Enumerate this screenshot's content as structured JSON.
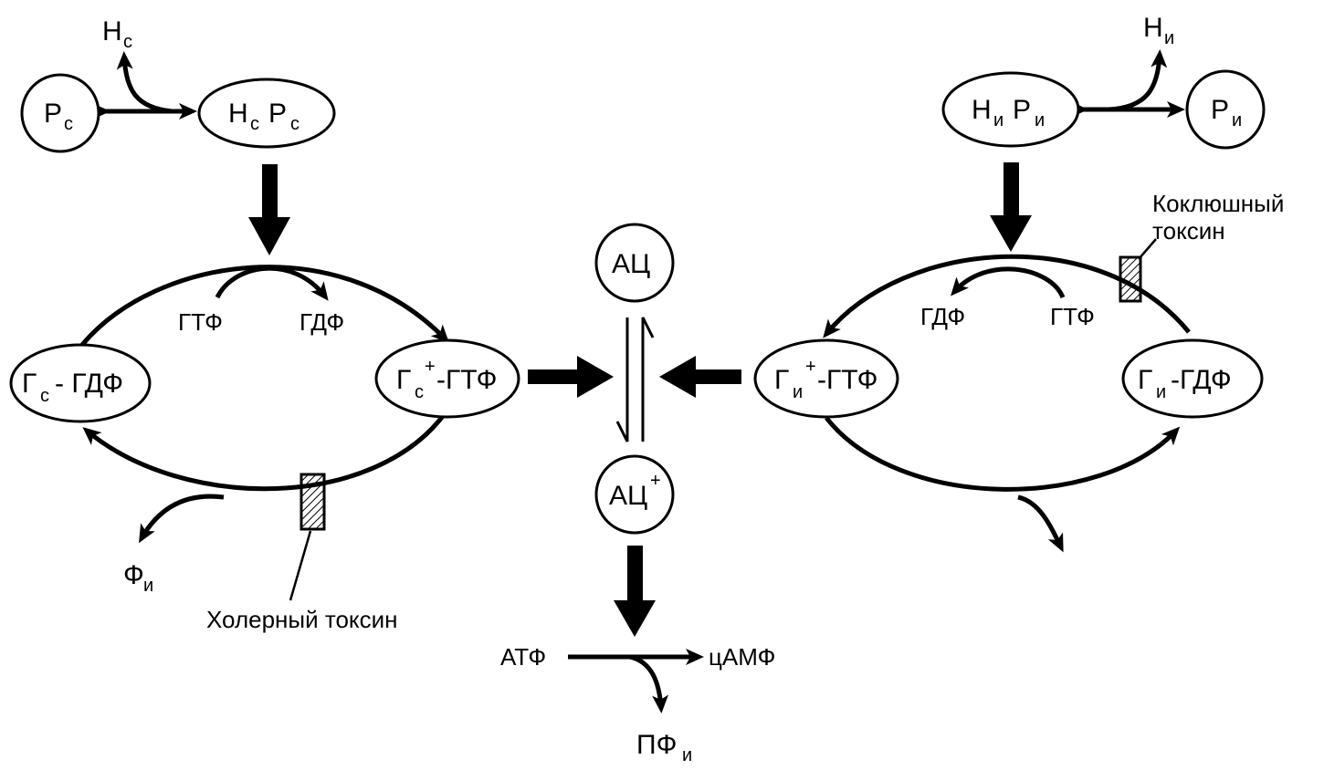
{
  "nodes": {
    "rs": {
      "main": "Р",
      "sub": "с"
    },
    "hsrs": {
      "h": "Н",
      "hs": "с",
      "r": "Р",
      "rs": "с"
    },
    "hs": {
      "main": "Н",
      "sub": "с"
    },
    "gs_gdf": {
      "main": "Г",
      "sub": "с",
      "rest": "- ГДФ"
    },
    "gs_gtf": {
      "main": "Г",
      "sub": "с",
      "sup": "+",
      "rest": "-ГТФ"
    },
    "ac": "АЦ",
    "ac_plus": {
      "main": "АЦ",
      "sup": "+"
    },
    "hiri": {
      "h": "Н",
      "hs": "и",
      "r": "Р",
      "rs": "и"
    },
    "hi": {
      "main": "Н",
      "sub": "и"
    },
    "ri": {
      "main": "Р",
      "sub": "и"
    },
    "gi_gtf": {
      "main": "Г",
      "sub": "и",
      "sup": "+",
      "rest": "-ГТФ"
    },
    "gi_gdf": {
      "main": "Г",
      "sub": "и",
      "rest": "-ГДФ"
    }
  },
  "labels": {
    "left_gtf": "ГТФ",
    "left_gdf": "ГДФ",
    "right_gdf": "ГДФ",
    "right_gtf": "ГТФ",
    "phi": {
      "main": "Ф",
      "sub": "и"
    },
    "cholera_toxin": "Холерный токсин",
    "pertussis_toxin_line1": "Коклюшный",
    "pertussis_toxin_line2": "токсин",
    "atf": "АТФ",
    "camf": "цАМФ",
    "pfi": {
      "main": "ПФ",
      "sub": "и"
    }
  }
}
